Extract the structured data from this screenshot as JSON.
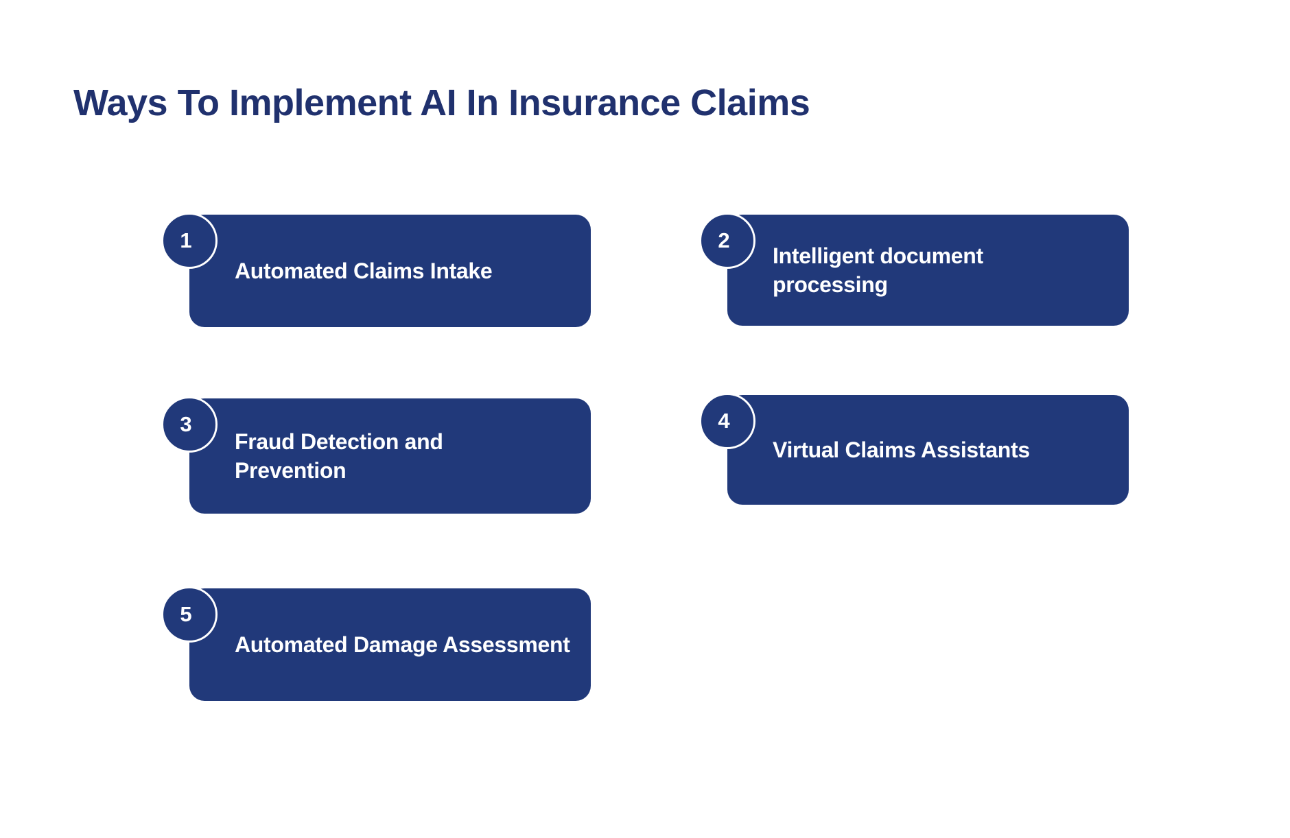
{
  "title": "Ways To Implement AI In Insurance Claims",
  "theme": {
    "navy": "#21397a",
    "title_color": "#20316e",
    "text_on_navy": "#ffffff",
    "page_bg": "#ffffff"
  },
  "cards": [
    {
      "number": "1",
      "label": "Automated Claims Intake"
    },
    {
      "number": "2",
      "label": "Intelligent document\nprocessing"
    },
    {
      "number": "3",
      "label": "Fraud Detection and\nPrevention"
    },
    {
      "number": "4",
      "label": "Virtual Claims Assistants"
    },
    {
      "number": "5",
      "label": "Automated Damage Assessment"
    }
  ]
}
